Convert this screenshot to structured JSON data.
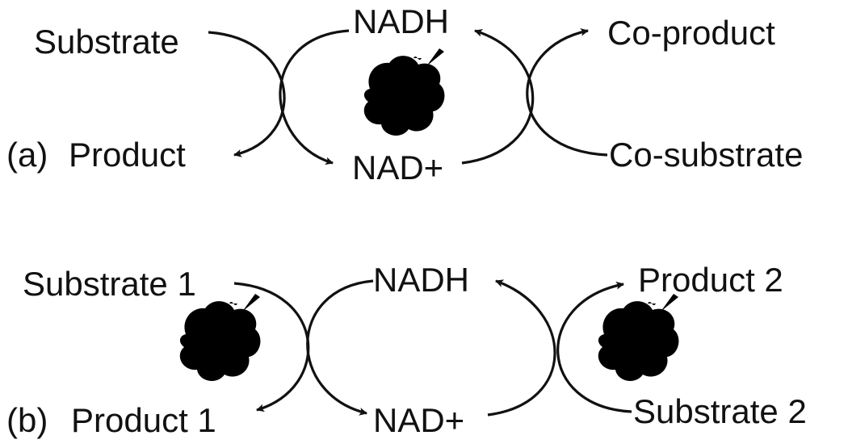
{
  "panel_a": {
    "tag": "(a)",
    "substrate": "Substrate",
    "product": "Product",
    "nadh": "NADH",
    "nad": "NAD+",
    "co_product": "Co-product",
    "co_substrate": "Co-substrate"
  },
  "panel_b": {
    "tag": "(b)",
    "substrate_1": "Substrate 1",
    "product_1": "Product 1",
    "nadh": "NADH",
    "nad": "NAD+",
    "product_2": "Product 2",
    "substrate_2": "Substrate 2"
  },
  "icons": {
    "enzyme": "enzyme-protein-structure-icon",
    "arrow": "curved-arrow"
  },
  "colors": {
    "ink": "#111111",
    "enzyme": "#7a7a7a",
    "background": "#ffffff"
  }
}
